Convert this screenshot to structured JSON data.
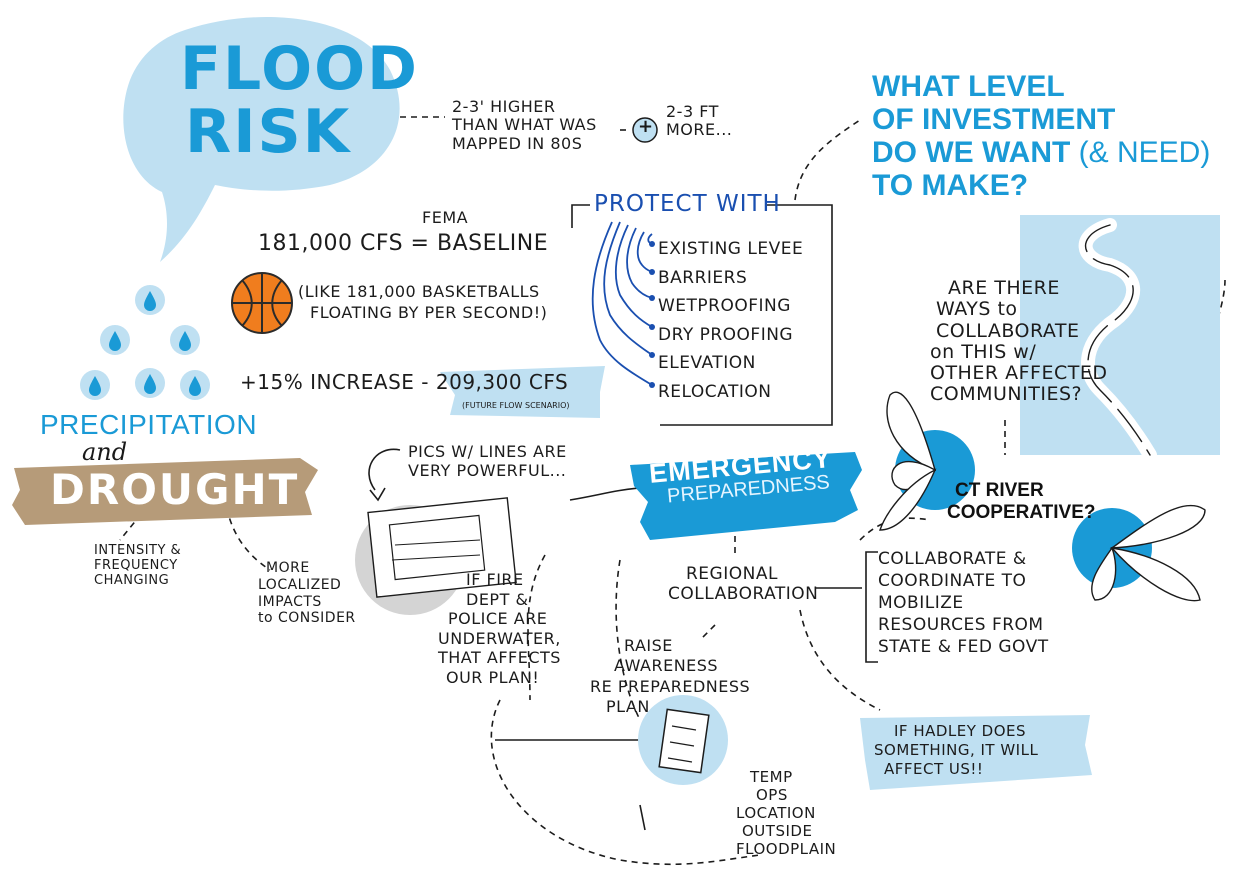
{
  "colors": {
    "blue": "#1a9ad6",
    "light_blue": "#bfe0f2",
    "tan": "#b69b79",
    "ink": "#1c1c1c",
    "orange": "#f07d1e"
  },
  "flood_risk": {
    "title_line1": "FLOOD",
    "title_line2": "RISK",
    "note_higher": [
      "2-3' HIGHER",
      "THAN WHAT WAS",
      "MAPPED IN 80s"
    ],
    "plus_symbol": "+",
    "note_more": [
      "2-3 FT",
      "MORE..."
    ]
  },
  "investment": {
    "line1": "WHAT LEVEL",
    "line2": "OF INVESTMENT",
    "line3_a": "DO WE WANT ",
    "line3_b": "(& NEED)",
    "line4": "TO MAKE?"
  },
  "baseline": {
    "fema": "FEMA",
    "value": "181,000 CFS = BASELINE",
    "basketball_note": [
      "(LIKE 181,000 BASKETBALLS",
      "FLOATING BY PER SECOND!)"
    ],
    "increase": "+15% INCREASE - 209,300 CFS",
    "future_note": "(FUTURE FLOW SCENARIO)"
  },
  "protect": {
    "title": "PROTECT WITH",
    "items": [
      "EXISTING LEVEE",
      "BARRIERS",
      "WETPROOFING",
      "DRY PROOFING",
      "ELEVATION",
      "RELOCATION"
    ]
  },
  "collaborate_question": [
    "ARE THERE",
    "WAYS to",
    "COLLABORATE",
    "on THIS w/",
    "OTHER AFFECTED",
    "COMMUNITIES?"
  ],
  "precipitation": {
    "title": "PRECIPITATION",
    "and": "and",
    "drought": "DROUGHT",
    "intensity": [
      "INTENSITY &",
      "FREQUENCY",
      "CHANGING"
    ],
    "localized": [
      "MORE",
      "LOCALIZED",
      "IMPACTS",
      "to CONSIDER"
    ]
  },
  "pics_note": [
    "PICS W/ LINES ARE",
    "VERY POWERFUL..."
  ],
  "fire_note": [
    "IF FIRE",
    "DEPT &",
    "POLICE ARE",
    "UNDERWATER,",
    "THAT AFFECTS",
    "OUR PLAN!"
  ],
  "emergency": {
    "line1": "EMERGENCY",
    "line2": "PREPAREDNESS"
  },
  "regional": [
    "REGIONAL",
    "COLLABORATION"
  ],
  "awareness": [
    "RAISE",
    "AWARENESS",
    "RE PREPAREDNESS",
    "PLAN"
  ],
  "temp_ops": [
    "TEMP",
    "OPS",
    "LOCATION",
    "OUTSIDE",
    "FLOODPLAIN"
  ],
  "ct_river": {
    "line1": "CT RIVER",
    "line2": "COOPERATIVE?"
  },
  "coordinate": [
    "COLLABORATE &",
    "COORDINATE to",
    "MOBILIZE",
    "RESOURCES FROM",
    "STATE & FED GOVT"
  ],
  "hadley": [
    "IF HADLEY DOES",
    "SOMETHING, IT WILL",
    "AFFECT US!!"
  ],
  "icons": [
    "speech-bubble",
    "basketball",
    "raindrop",
    "photo-sketch",
    "checklist",
    "river-map",
    "propeller-loops"
  ]
}
